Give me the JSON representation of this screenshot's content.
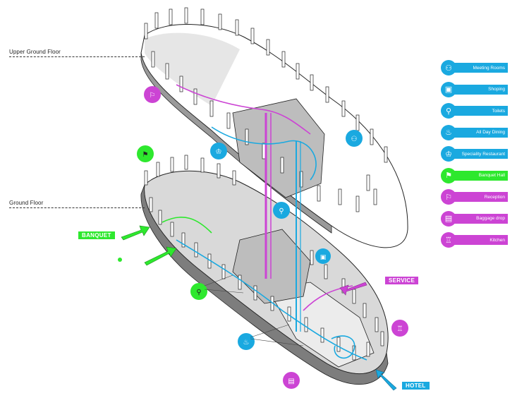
{
  "floors": {
    "upper": "Upper Ground Floor",
    "ground": "Ground Floor"
  },
  "legend": [
    {
      "label": "Meeting Rooms",
      "color": "#1aa9e0",
      "icon": "meeting-icon",
      "glyph": "⚇"
    },
    {
      "label": "Shoping",
      "color": "#1aa9e0",
      "icon": "shopping-bag-icon",
      "glyph": "▣"
    },
    {
      "label": "Toilets",
      "color": "#1aa9e0",
      "icon": "toilet-icon",
      "glyph": "⚲"
    },
    {
      "label": "All Day Dining",
      "color": "#1aa9e0",
      "icon": "dining-icon",
      "glyph": "♨"
    },
    {
      "label": "Speciality Restaurant",
      "color": "#1aa9e0",
      "icon": "restaurant-icon",
      "glyph": "♔"
    },
    {
      "label": "Banquet Hall",
      "color": "#2ee82e",
      "icon": "banquet-icon",
      "glyph": "⚑"
    },
    {
      "label": "Reception",
      "color": "#cc44d4",
      "icon": "reception-icon",
      "glyph": "⚐"
    },
    {
      "label": "Baggage drop",
      "color": "#cc44d4",
      "icon": "baggage-icon",
      "glyph": "▤"
    },
    {
      "label": "Kitchen",
      "color": "#cc44d4",
      "icon": "kitchen-icon",
      "glyph": "♖"
    }
  ],
  "entrances": {
    "banquet": "BANQUET",
    "service": "SERVICE",
    "hotel": "HOTEL"
  },
  "colors": {
    "cyan": "#1aa9e0",
    "green": "#2ee82e",
    "magenta": "#cc44d4",
    "slab": "#d9d9d9",
    "line": "#222222"
  }
}
